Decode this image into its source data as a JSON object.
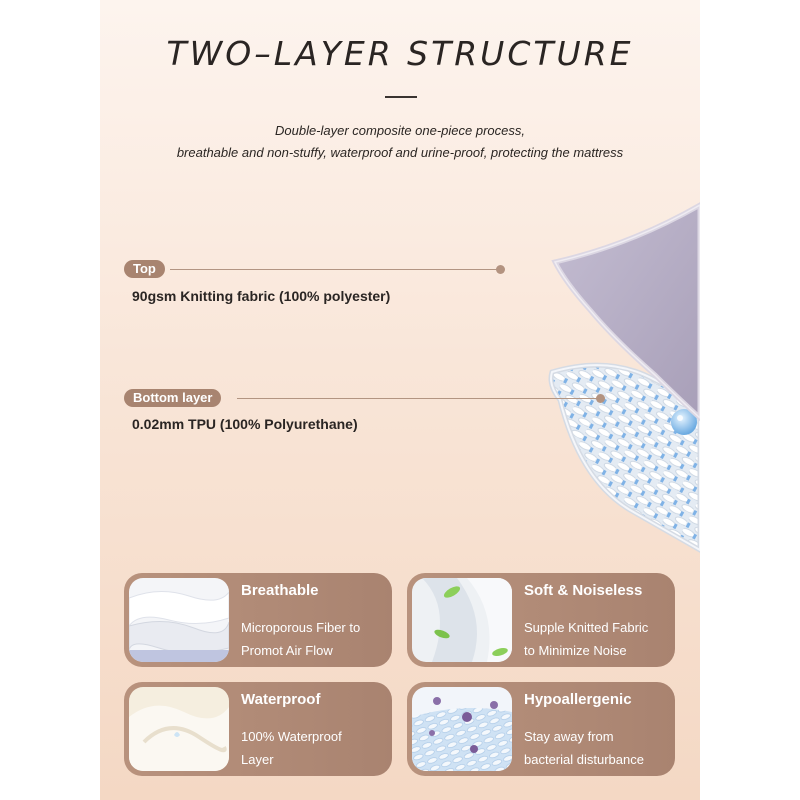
{
  "header": {
    "title": "TWO–LAYER STRUCTURE",
    "subtitle_line1": "Double-layer composite one-piece process,",
    "subtitle_line2": "breathable and non-stuffy, waterproof and urine-proof, protecting the mattress"
  },
  "layers": {
    "top": {
      "label": "Top",
      "description": "90gsm Knitting fabric (100% polyester)"
    },
    "bottom": {
      "label": "Bottom layer",
      "description": "0.02mm TPU (100% Polyurethane)"
    }
  },
  "features": [
    {
      "title": "Breathable",
      "line1": "Microporous Fiber to",
      "line2": "Promot Air Flow"
    },
    {
      "title": "Soft & Noiseless",
      "line1": "Supple Knitted Fabric",
      "line2": "to Minimize Noise"
    },
    {
      "title": "Waterproof",
      "line1": "100% Waterproof",
      "line2": "Layer"
    },
    {
      "title": "Hypoallergenic",
      "line1": "Stay away from",
      "line2": "bacterial disturbance"
    }
  ],
  "colors": {
    "background_top": "#fdf4ee",
    "background_bottom": "#f4d8c4",
    "accent_brown": "#a88470",
    "top_fabric": "#b9b0c8",
    "tpu_layer": "#e9eef5"
  }
}
